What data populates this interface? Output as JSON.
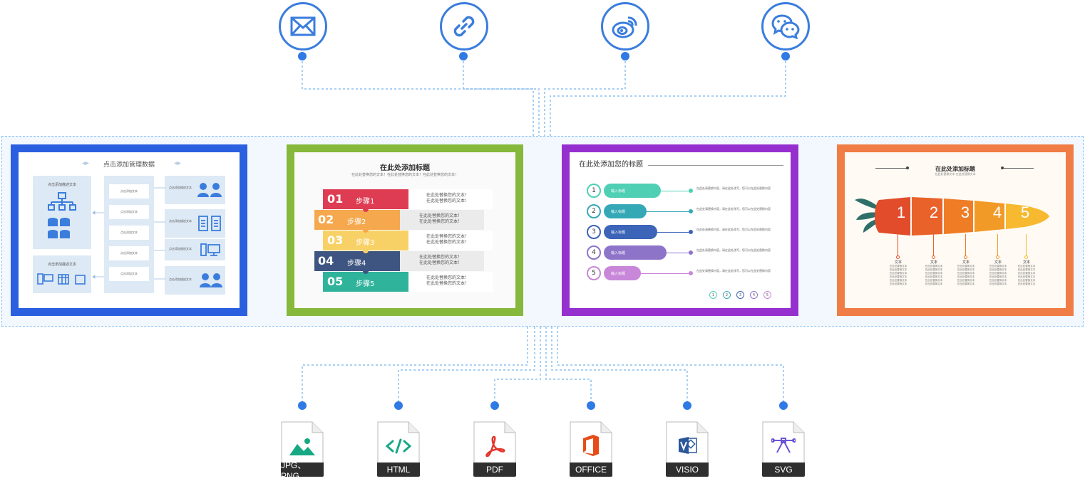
{
  "share_icons": [
    {
      "name": "mail-icon"
    },
    {
      "name": "link-icon"
    },
    {
      "name": "weibo-icon"
    },
    {
      "name": "wechat-icon"
    }
  ],
  "templates": {
    "blue": {
      "title": "点击添加管理数据",
      "left_box1": "点击添加描述文本",
      "left_box2": "点击添加描述文本",
      "mid_items": [
        "点击添加文本",
        "点击添加文本",
        "点击添加文本",
        "点击添加文本",
        "点击添加文本"
      ],
      "right_items": [
        "点击添加描述文本",
        "点击添加描述文本",
        "点击添加描述文本",
        "点击添加描述文本"
      ]
    },
    "green": {
      "title": "在此处添加标题",
      "subtitle": "在此处替换您的文本！在此处替换您的文本！在此处替换您的文本！",
      "steps": [
        {
          "num": "01",
          "label": "步骤1",
          "text": "在此处替换您的文本！\n在此处替换您的文本！"
        },
        {
          "num": "02",
          "label": "步骤2",
          "text": "在此处替换您的文本！\n在此处替换您的文本！"
        },
        {
          "num": "03",
          "label": "步骤3",
          "text": "在此处替换您的文本！\n在此处替换您的文本！"
        },
        {
          "num": "04",
          "label": "步骤4",
          "text": "在此处替换您的文本！\n在此处替换您的文本！"
        },
        {
          "num": "05",
          "label": "步骤5",
          "text": "在此处替换您的文本！\n在此处替换您的文本！"
        }
      ]
    },
    "purple": {
      "title": "在此处添加您的标题",
      "items": [
        {
          "num": "1",
          "label": "输入标题",
          "text": "在此处请替换内容，请在此处改写，您可以在此处替换内容"
        },
        {
          "num": "2",
          "label": "输入标题",
          "text": "在此处请替换内容，请在此处改写，您可以在此处替换内容"
        },
        {
          "num": "3",
          "label": "输入标题",
          "text": "在此处请替换内容，请在此处改写，您可以在此处替换内容"
        },
        {
          "num": "4",
          "label": "输入标题",
          "text": "在此处请替换内容，请在此处改写，您可以在此处替换内容"
        },
        {
          "num": "5",
          "label": "输入标题",
          "text": "在此处请替换内容，请在此处改写，您可以在此处替换内容"
        }
      ],
      "dots": [
        "1",
        "2",
        "3",
        "4",
        "5"
      ]
    },
    "orange": {
      "title": "在此处添加标题",
      "subtitle": "在此处替换文本 在此处替换文本",
      "segments": [
        "1",
        "2",
        "3",
        "4",
        "5"
      ],
      "col_title": "文本",
      "col_line": "在此处替换文本"
    }
  },
  "exports": [
    {
      "label": "JPG、PNG",
      "icon": "image-icon"
    },
    {
      "label": "HTML",
      "icon": "code-icon"
    },
    {
      "label": "PDF",
      "icon": "pdf-icon"
    },
    {
      "label": "OFFICE",
      "icon": "office-icon"
    },
    {
      "label": "VISIO",
      "icon": "visio-icon"
    },
    {
      "label": "SVG",
      "icon": "vector-icon"
    }
  ],
  "colors": {
    "accent": "#2f7ae5",
    "blue_frame": "#2a5fe0",
    "green_frame": "#86b83b",
    "purple_frame": "#9530cf",
    "orange_frame": "#f07d45"
  }
}
